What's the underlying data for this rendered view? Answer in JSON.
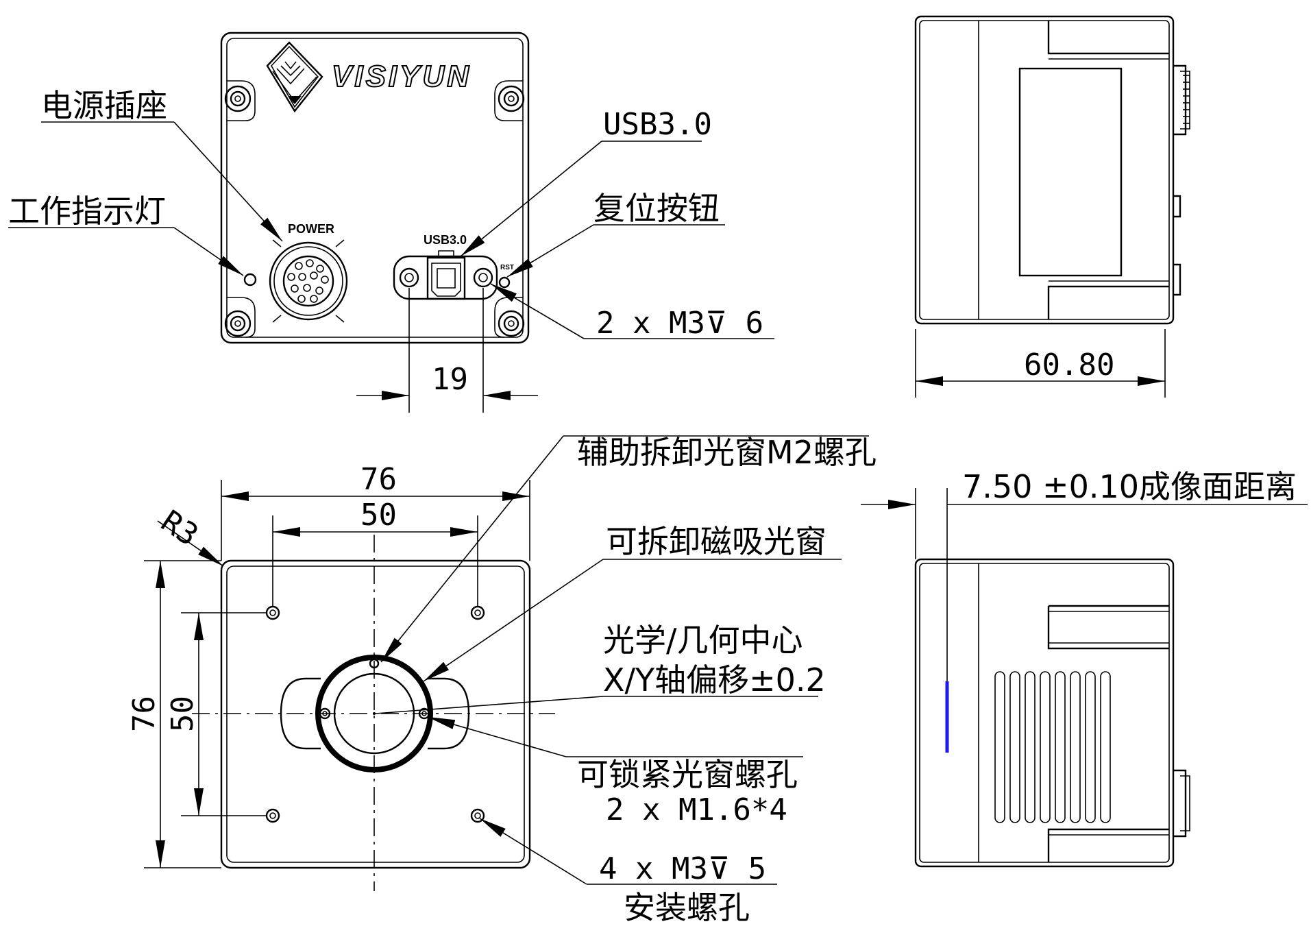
{
  "brand": "VISIYUN",
  "panel_labels": {
    "power": "POWER",
    "usb": "USB3.0",
    "rst": "RST"
  },
  "callouts": {
    "power_socket": "电源插座",
    "status_light": "工作指示灯",
    "usb": "USB3.0",
    "reset_button": "复位按钮",
    "usb_screws": "2 x  M3⊽ 6",
    "window_m2_holes": "辅助拆卸光窗M2螺孔",
    "magnetic_window": "可拆卸磁吸光窗",
    "optical_center_line1": "光学/几何中心",
    "optical_center_line2": "X/Y轴偏移±0.2",
    "lock_holes_line1": "可锁紧光窗螺孔",
    "lock_holes_line2": "2 x M1.6*4",
    "mount_holes_line1": "4 x  M3⊽ 5",
    "mount_holes_line2": "安装螺孔",
    "image_plane": "7.50 ±0.10成像面距离"
  },
  "dimensions": {
    "usb_spacing": "19",
    "depth": "60.80",
    "width_outer": "76",
    "width_holes": "50",
    "height_outer": "76",
    "height_holes": "50",
    "corner_radius": "R3"
  },
  "colors": {
    "line": "#000000",
    "sensor_mark": "#1a1aff"
  }
}
